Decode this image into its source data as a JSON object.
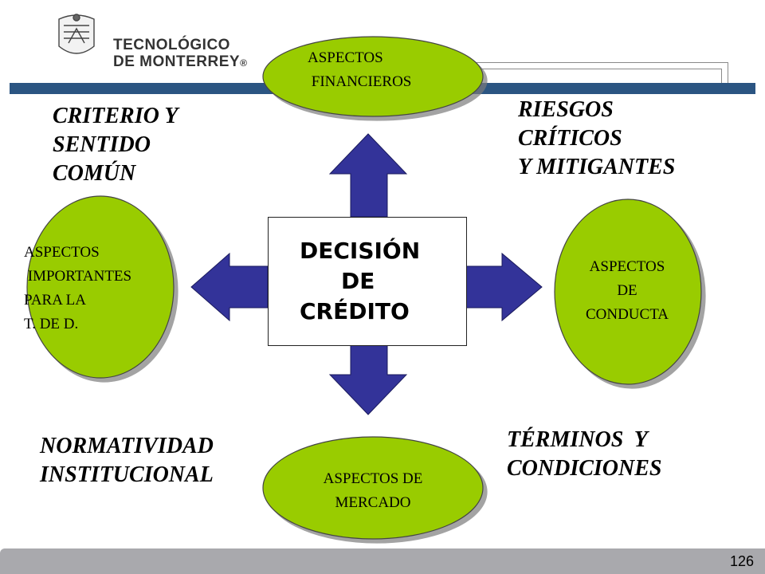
{
  "header": {
    "brand_line1": "TECNOLÓGICO",
    "brand_line2": "DE MONTERREY",
    "registered_mark": "®"
  },
  "center": {
    "line1": "DECISIÓN",
    "line2": "DE",
    "line3": "CRÉDITO"
  },
  "nodes": {
    "top": "ASPECTOS\n FINANCIEROS",
    "left": "ASPECTOS\n IMPORTANTES\nPARA LA\nT. DE D.",
    "right": "ASPECTOS\nDE\nCONDUCTA",
    "bottom": "ASPECTOS DE\nMERCADO"
  },
  "notes": {
    "top_left": "CRITERIO Y\nSENTIDO\nCOMÚN",
    "top_right": "RIESGOS\nCRÍTICOS\nY MITIGANTES",
    "bottom_left": "NORMATIVIDAD\nINSTITUCIONAL",
    "bottom_right": "TÉRMINOS  Y\nCONDICIONES"
  },
  "colors": {
    "ellipse_fill": "#99cc00",
    "arrow_fill": "#333399",
    "bar": "#2b5582",
    "footer": "#a9a9ad"
  },
  "footer": {
    "page_number": "126"
  }
}
